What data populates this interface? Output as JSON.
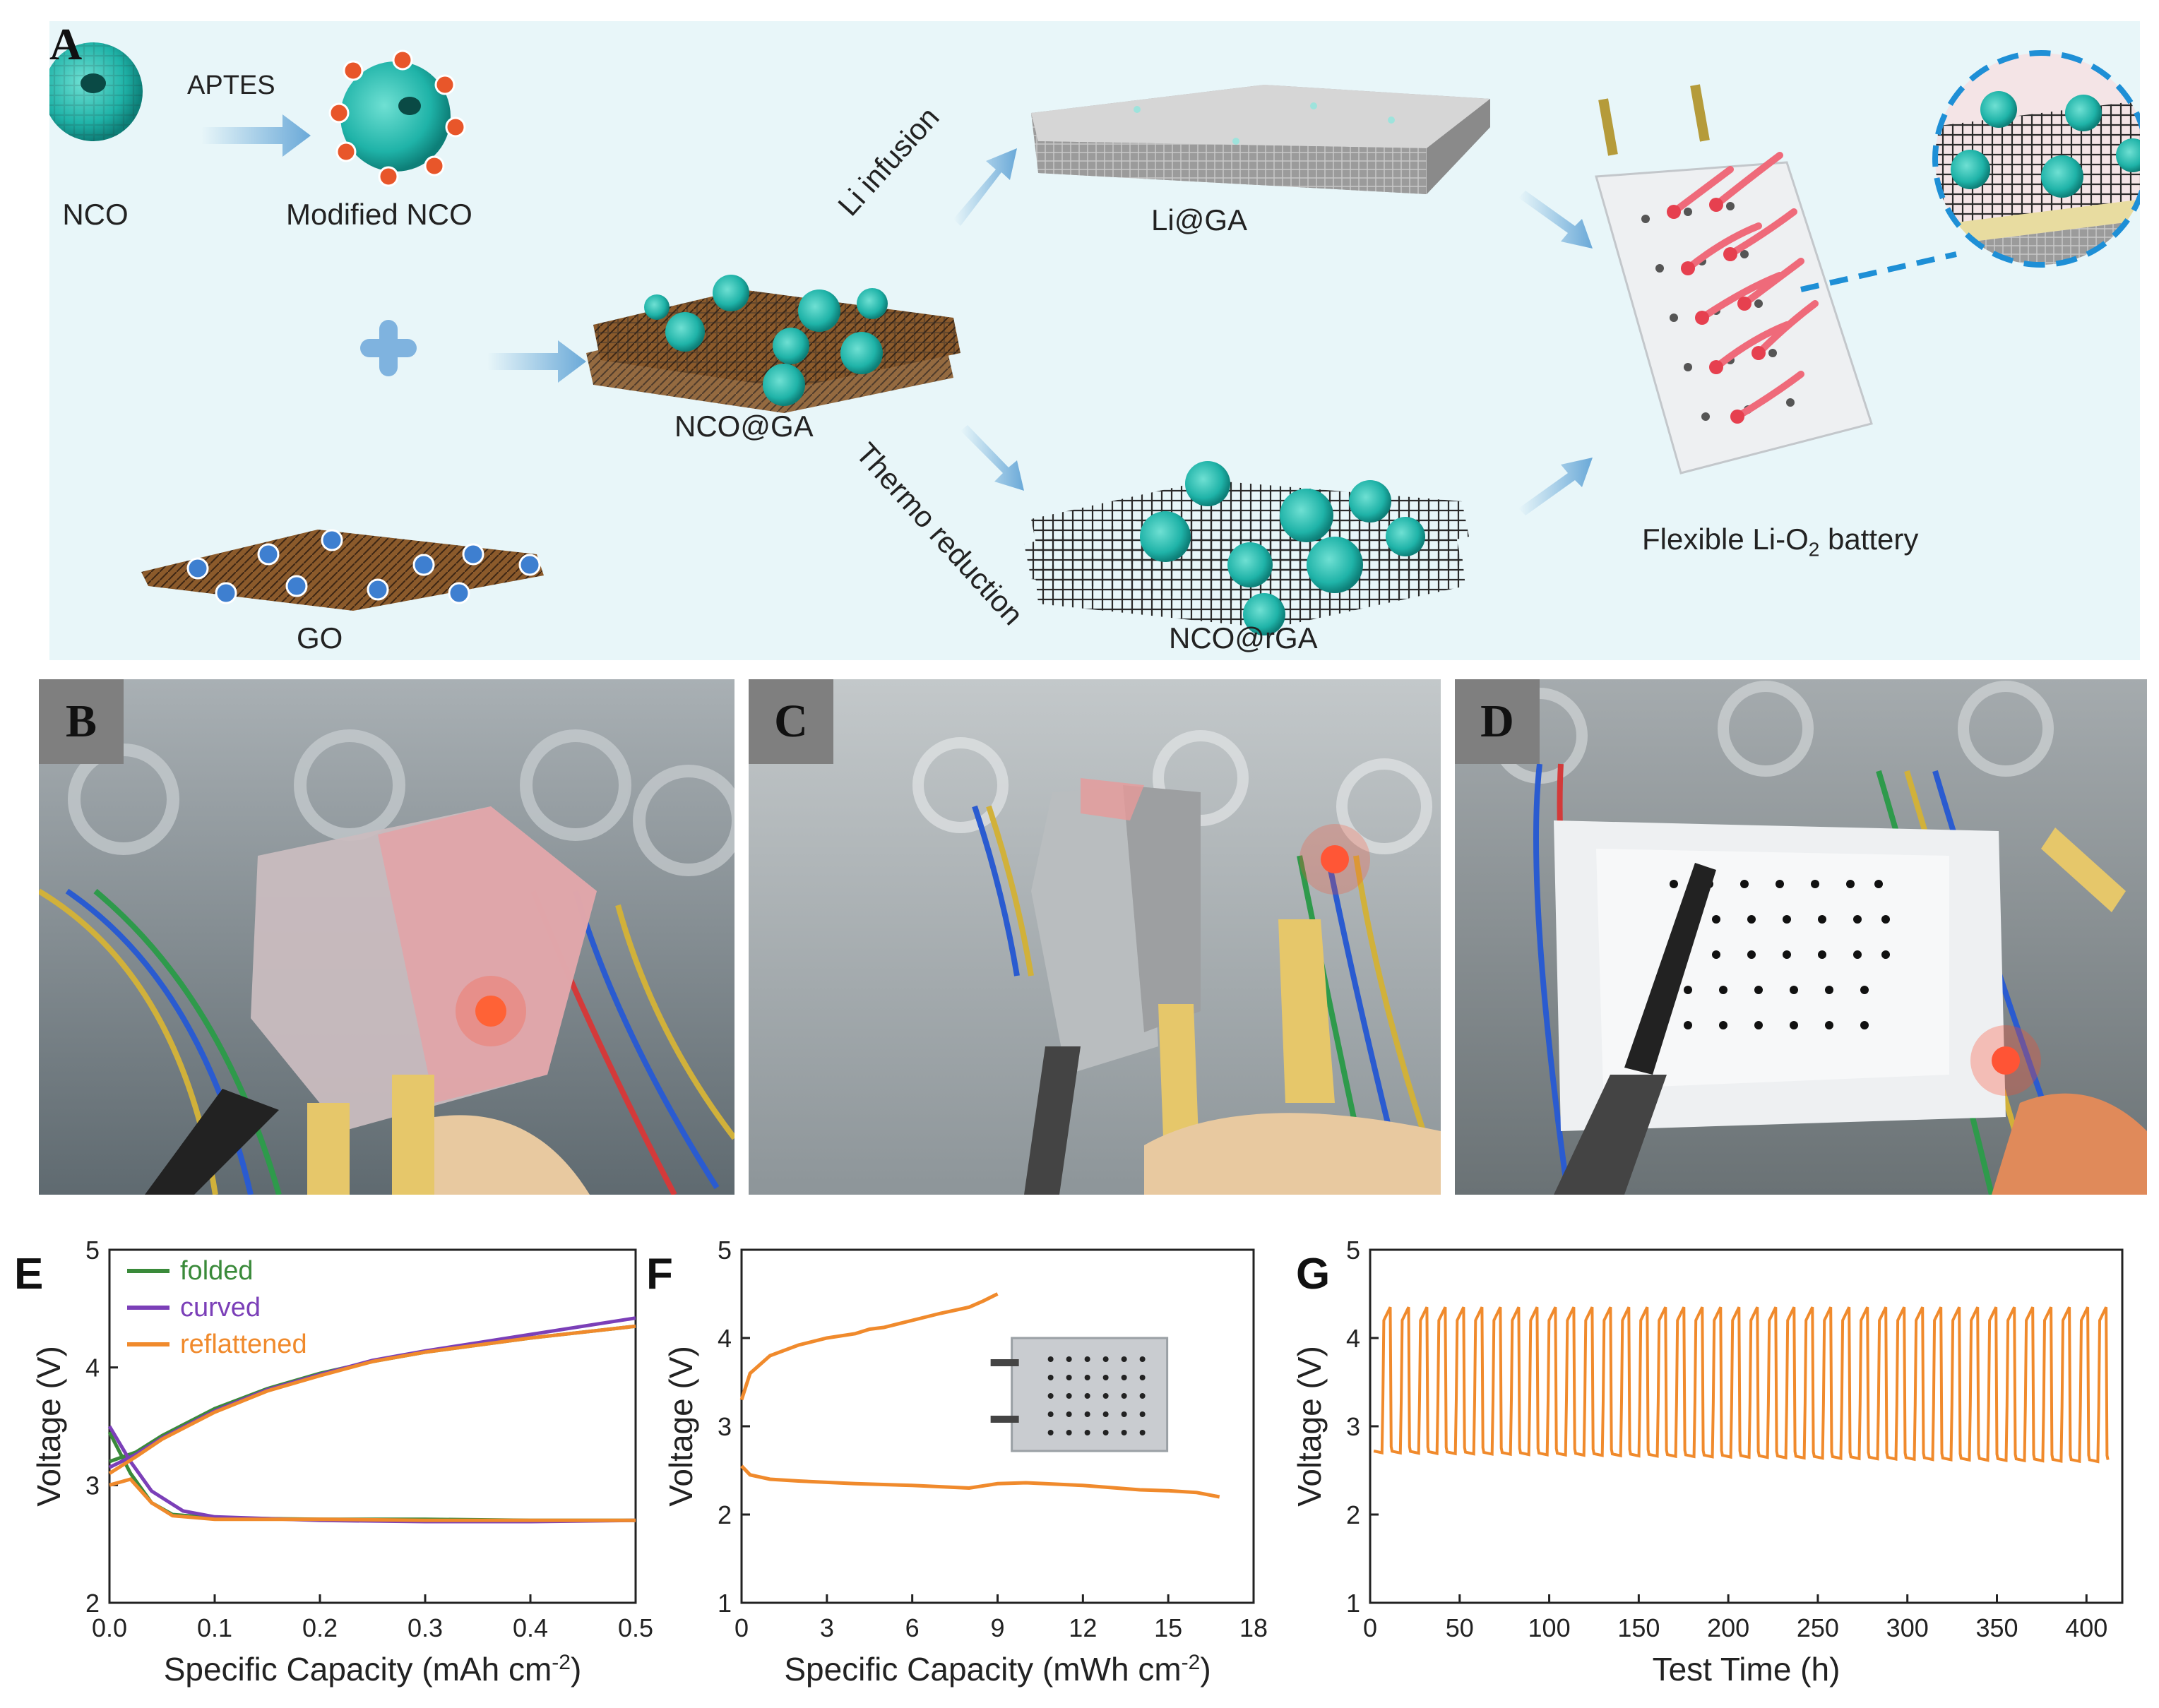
{
  "panel_a": {
    "letter": "A",
    "labels": {
      "nco": "NCO",
      "aptes": "APTES",
      "modified_nco": "Modified NCO",
      "go": "GO",
      "nco_ga": "NCO@GA",
      "li_infusion": "Li infusion",
      "li_ga": "Li@GA",
      "thermo_reduction": "Thermo reduction",
      "nco_rga": "NCO@rGA",
      "battery_prefix": "Flexible Li-O",
      "battery_sub": "2",
      "battery_suffix": " battery"
    },
    "colors": {
      "background": "#e8f6f9",
      "nco": "#1fb3a8",
      "arrow": "#7fb9e0",
      "ga_brown": "#8b5a2b"
    }
  },
  "photos": [
    {
      "letter": "B"
    },
    {
      "letter": "C"
    },
    {
      "letter": "D"
    }
  ],
  "chart_data": [
    {
      "panel": "E",
      "type": "line",
      "xlabel": "Specific Capacity (mAh cm",
      "xlabel_sup": "-2",
      "xlabel_close": ")",
      "ylabel": "Voltage (V)",
      "xlim": [
        0,
        0.5
      ],
      "ylim": [
        2,
        5
      ],
      "xticks": [
        0.0,
        0.1,
        0.2,
        0.3,
        0.4,
        0.5
      ],
      "xtick_labels": [
        "0.0",
        "0.1",
        "0.2",
        "0.3",
        "0.4",
        "0.5"
      ],
      "yticks": [
        2,
        3,
        4,
        5
      ],
      "ytick_labels": [
        "2",
        "3",
        "4",
        "5"
      ],
      "legend_position": "top-left",
      "series": [
        {
          "name": "folded",
          "color": "#3a8a3a",
          "charge": [
            [
              0,
              3.2
            ],
            [
              0.025,
              3.28
            ],
            [
              0.05,
              3.42
            ],
            [
              0.1,
              3.65
            ],
            [
              0.15,
              3.82
            ],
            [
              0.2,
              3.95
            ],
            [
              0.25,
              4.05
            ],
            [
              0.3,
              4.13
            ],
            [
              0.35,
              4.19
            ],
            [
              0.4,
              4.25
            ],
            [
              0.45,
              4.3
            ],
            [
              0.5,
              4.35
            ]
          ],
          "discharge": [
            [
              0,
              3.45
            ],
            [
              0.02,
              3.1
            ],
            [
              0.04,
              2.85
            ],
            [
              0.06,
              2.75
            ],
            [
              0.1,
              2.72
            ],
            [
              0.2,
              2.71
            ],
            [
              0.3,
              2.71
            ],
            [
              0.4,
              2.7
            ],
            [
              0.5,
              2.7
            ]
          ]
        },
        {
          "name": "curved",
          "color": "#7b3fb8",
          "charge": [
            [
              0,
              3.15
            ],
            [
              0.025,
              3.26
            ],
            [
              0.05,
              3.4
            ],
            [
              0.1,
              3.63
            ],
            [
              0.15,
              3.81
            ],
            [
              0.2,
              3.94
            ],
            [
              0.25,
              4.06
            ],
            [
              0.3,
              4.14
            ],
            [
              0.35,
              4.21
            ],
            [
              0.4,
              4.28
            ],
            [
              0.45,
              4.35
            ],
            [
              0.5,
              4.42
            ]
          ],
          "discharge": [
            [
              0,
              3.5
            ],
            [
              0.02,
              3.2
            ],
            [
              0.04,
              2.95
            ],
            [
              0.07,
              2.78
            ],
            [
              0.1,
              2.73
            ],
            [
              0.2,
              2.7
            ],
            [
              0.3,
              2.69
            ],
            [
              0.4,
              2.69
            ],
            [
              0.5,
              2.7
            ]
          ]
        },
        {
          "name": "reflattened",
          "color": "#f08a2c",
          "charge": [
            [
              0,
              3.1
            ],
            [
              0.025,
              3.24
            ],
            [
              0.05,
              3.39
            ],
            [
              0.1,
              3.62
            ],
            [
              0.15,
              3.8
            ],
            [
              0.2,
              3.93
            ],
            [
              0.25,
              4.05
            ],
            [
              0.3,
              4.13
            ],
            [
              0.35,
              4.19
            ],
            [
              0.4,
              4.25
            ],
            [
              0.45,
              4.3
            ],
            [
              0.5,
              4.35
            ]
          ],
          "discharge": [
            [
              0,
              3.0
            ],
            [
              0.02,
              3.05
            ],
            [
              0.04,
              2.85
            ],
            [
              0.06,
              2.74
            ],
            [
              0.1,
              2.71
            ],
            [
              0.2,
              2.71
            ],
            [
              0.3,
              2.7
            ],
            [
              0.4,
              2.7
            ],
            [
              0.5,
              2.7
            ]
          ]
        }
      ]
    },
    {
      "panel": "F",
      "type": "line",
      "xlabel": "Specific Capacity (mWh cm",
      "xlabel_sup": "-2",
      "xlabel_close": ")",
      "ylabel": "Voltage (V)",
      "xlim": [
        0,
        18
      ],
      "ylim": [
        1,
        5
      ],
      "xticks": [
        0,
        3,
        6,
        9,
        12,
        15,
        18
      ],
      "xtick_labels": [
        "0",
        "3",
        "6",
        "9",
        "12",
        "15",
        "18"
      ],
      "yticks": [
        1,
        2,
        3,
        4,
        5
      ],
      "ytick_labels": [
        "1",
        "2",
        "3",
        "4",
        "5"
      ],
      "series": [
        {
          "color": "#f08a2c",
          "charge": [
            [
              0,
              3.3
            ],
            [
              0.3,
              3.6
            ],
            [
              1,
              3.8
            ],
            [
              2,
              3.92
            ],
            [
              3,
              4.0
            ],
            [
              4,
              4.05
            ],
            [
              4.5,
              4.1
            ],
            [
              5,
              4.12
            ],
            [
              6,
              4.2
            ],
            [
              7,
              4.28
            ],
            [
              8,
              4.35
            ],
            [
              8.5,
              4.42
            ],
            [
              9,
              4.5
            ]
          ],
          "discharge": [
            [
              0,
              2.55
            ],
            [
              0.3,
              2.45
            ],
            [
              1,
              2.4
            ],
            [
              2,
              2.38
            ],
            [
              4,
              2.35
            ],
            [
              6,
              2.33
            ],
            [
              8,
              2.3
            ],
            [
              9,
              2.35
            ],
            [
              10,
              2.36
            ],
            [
              12,
              2.33
            ],
            [
              14,
              2.28
            ],
            [
              15,
              2.27
            ],
            [
              16,
              2.25
            ],
            [
              16.8,
              2.2
            ]
          ]
        }
      ]
    },
    {
      "panel": "G",
      "type": "line",
      "xlabel": "Test Time (h)",
      "ylabel": "Voltage (V)",
      "xlim": [
        0,
        420
      ],
      "ylim": [
        1,
        5
      ],
      "xticks": [
        0,
        50,
        100,
        150,
        200,
        250,
        300,
        350,
        400
      ],
      "xtick_labels": [
        "0",
        "50",
        "100",
        "150",
        "200",
        "250",
        "300",
        "350",
        "400"
      ],
      "yticks": [
        1,
        2,
        3,
        4,
        5
      ],
      "ytick_labels": [
        "1",
        "2",
        "3",
        "4",
        "5"
      ],
      "series": [
        {
          "color": "#f08a2c",
          "cycles": 40,
          "t_start": 2,
          "t_end": 412,
          "v_high": 4.35,
          "v_low_start": 2.72,
          "v_low_end": 2.62
        }
      ]
    }
  ]
}
